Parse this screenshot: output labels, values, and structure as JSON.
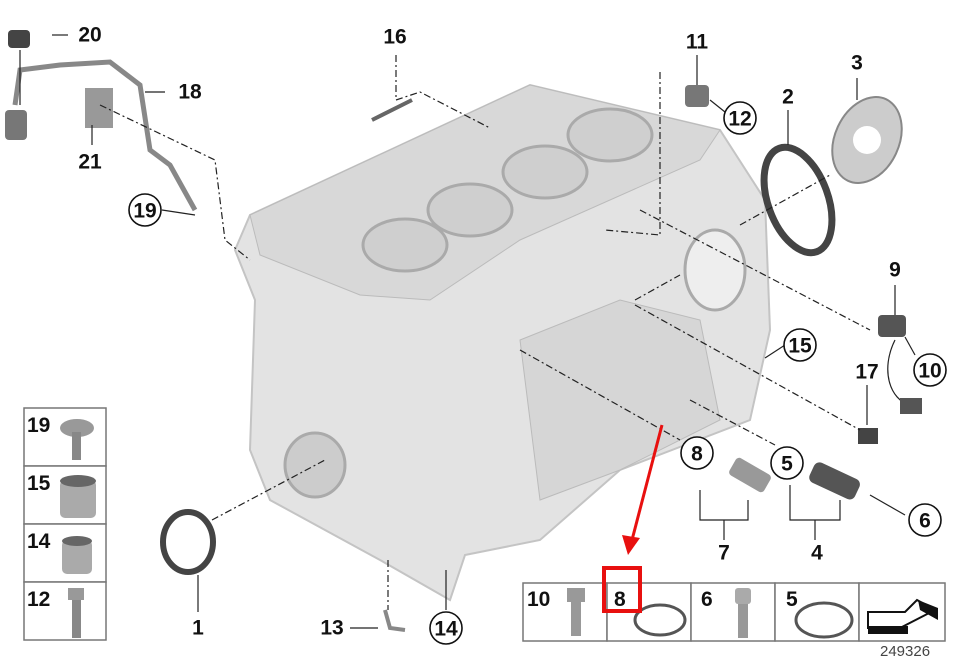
{
  "diagram": {
    "callouts": {
      "c1": "1",
      "c2": "2",
      "c3": "3",
      "c4": "4",
      "c5": "5",
      "c6": "6",
      "c7": "7",
      "c8": "8",
      "c9": "9",
      "c10": "10",
      "c11": "11",
      "c12": "12",
      "c13": "13",
      "c14": "14",
      "c15": "15",
      "c16": "16",
      "c17": "17",
      "c18": "18",
      "c19": "19",
      "c20": "20",
      "c21": "21"
    },
    "left_legend": [
      "19",
      "15",
      "14",
      "12"
    ],
    "bottom_legend": [
      "10",
      "8",
      "6",
      "5"
    ],
    "highlight": {
      "label": "8",
      "color": "#e8100f"
    },
    "figure_number": "249326"
  }
}
